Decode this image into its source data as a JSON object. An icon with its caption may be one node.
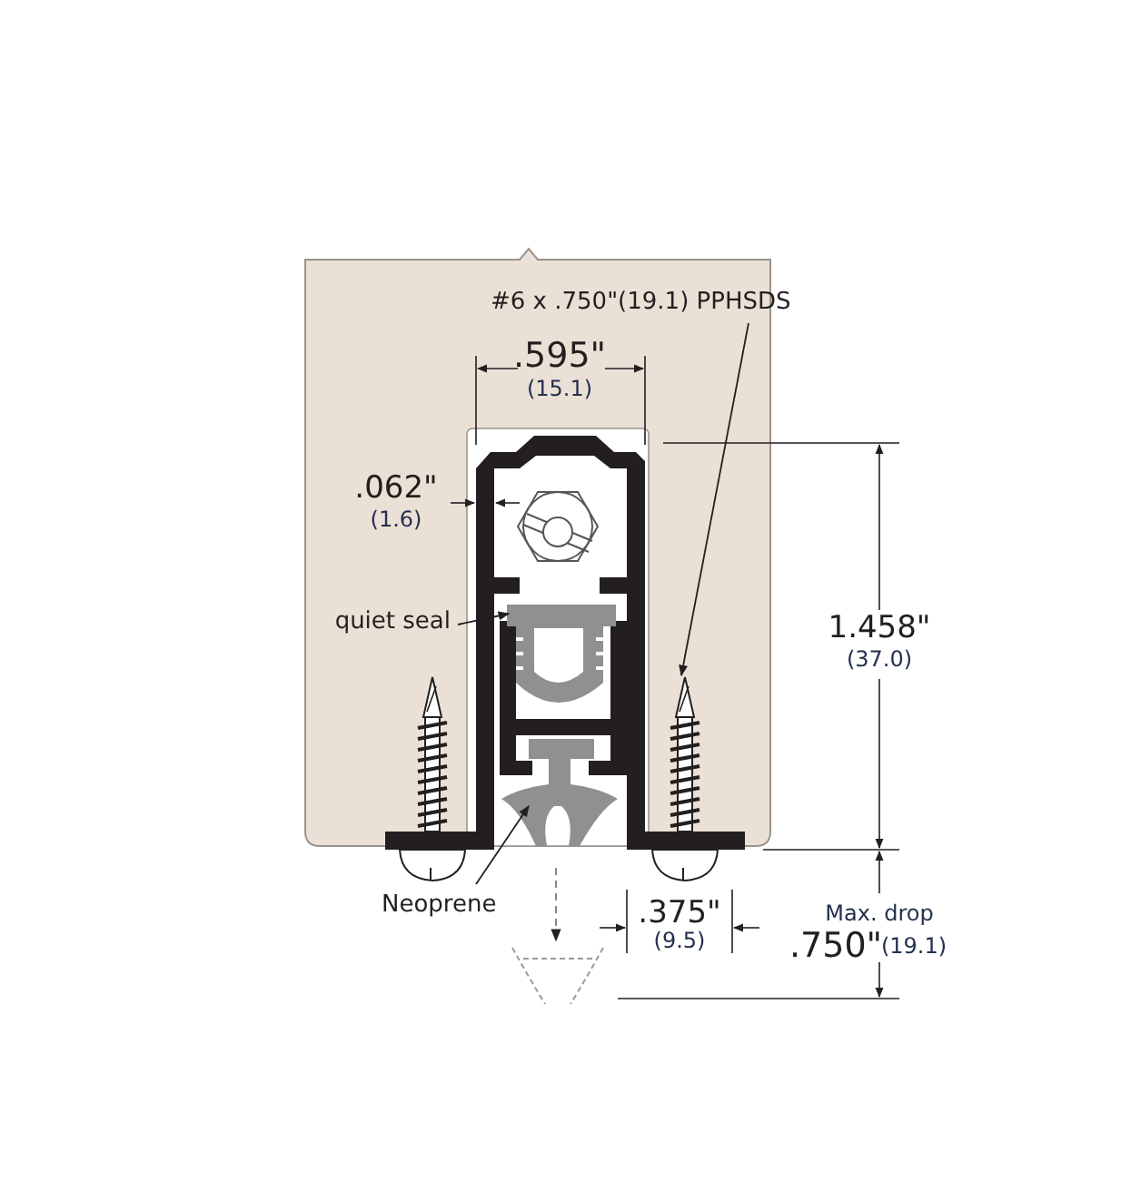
{
  "diagram": {
    "nodes": [
      {
        "text": [
          "#6 x .750\"(19.1) PPHSDS"
        ]
      },
      {
        "text": [],
        "shape": "picture"
      },
      {
        "text": [
          "quiet seal"
        ]
      },
      {
        "text": [],
        "shape": "picture"
      },
      {
        "text": [
          "Neoprene"
        ]
      },
      {
        "text": [],
        "shape": "picture"
      }
    ],
    "edges": [
      {
        "from": 0,
        "to": 1,
        "arrow": "to"
      },
      {
        "from": 2,
        "to": 3,
        "arrow": "to"
      },
      {
        "from": 4,
        "to": 5,
        "arrow": "to"
      }
    ],
    "labels": [
      ".595\"",
      "(15.1)",
      ".062\"",
      "(1.6)",
      "1.458\"",
      "(37.0)",
      ".375\"",
      "(9.5)",
      "Max. drop",
      ".750\"",
      "(19.1)"
    ]
  }
}
